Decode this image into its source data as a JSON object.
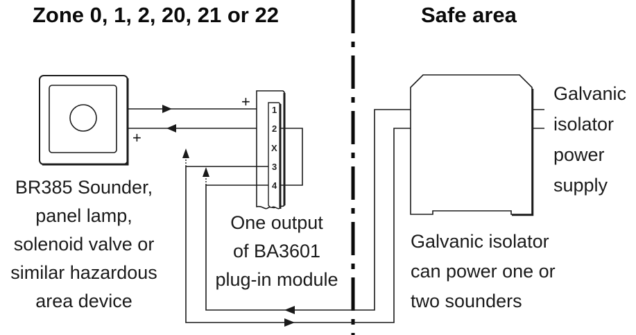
{
  "headings": {
    "hazardous_zone": "Zone 0, 1, 2, 20, 21 or 22",
    "safe_area": "Safe area"
  },
  "sounder": {
    "label_lines": [
      "BR385 Sounder,",
      "panel lamp,",
      "solenoid valve or",
      "similar hazardous",
      "area device"
    ],
    "polarity": "+"
  },
  "module": {
    "terminals": [
      "1",
      "2",
      "X",
      "3",
      "4"
    ],
    "polarity": "+",
    "label_lines": [
      "One output",
      "of BA3601",
      "plug-in module"
    ]
  },
  "isolator": {
    "power_label_lines": [
      "Galvanic",
      "isolator",
      "power",
      "supply"
    ],
    "caption_lines": [
      "Galvanic isolator",
      "can power one or",
      "two sounders"
    ]
  },
  "colors": {
    "line": "#1a1a1a",
    "background": "#ffffff"
  }
}
